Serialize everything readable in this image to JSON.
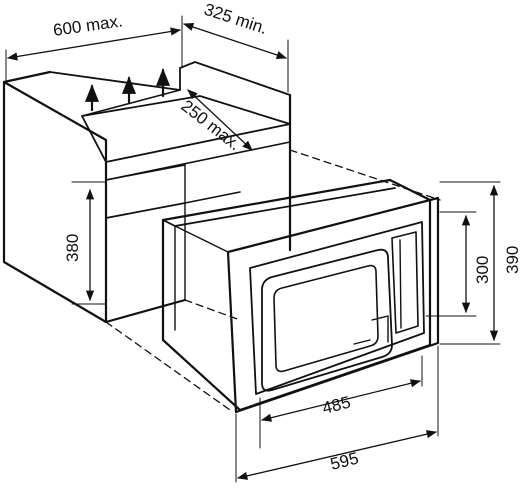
{
  "diagram": {
    "dimensions": {
      "width_max": "600 max.",
      "depth_min": "325 min.",
      "vent_max": "250 max.",
      "opening_height": "380",
      "oven_height": "300",
      "frame_height": "390",
      "oven_width": "485",
      "frame_width": "595"
    },
    "colors": {
      "line": "#111111",
      "background": "#ffffff"
    }
  }
}
